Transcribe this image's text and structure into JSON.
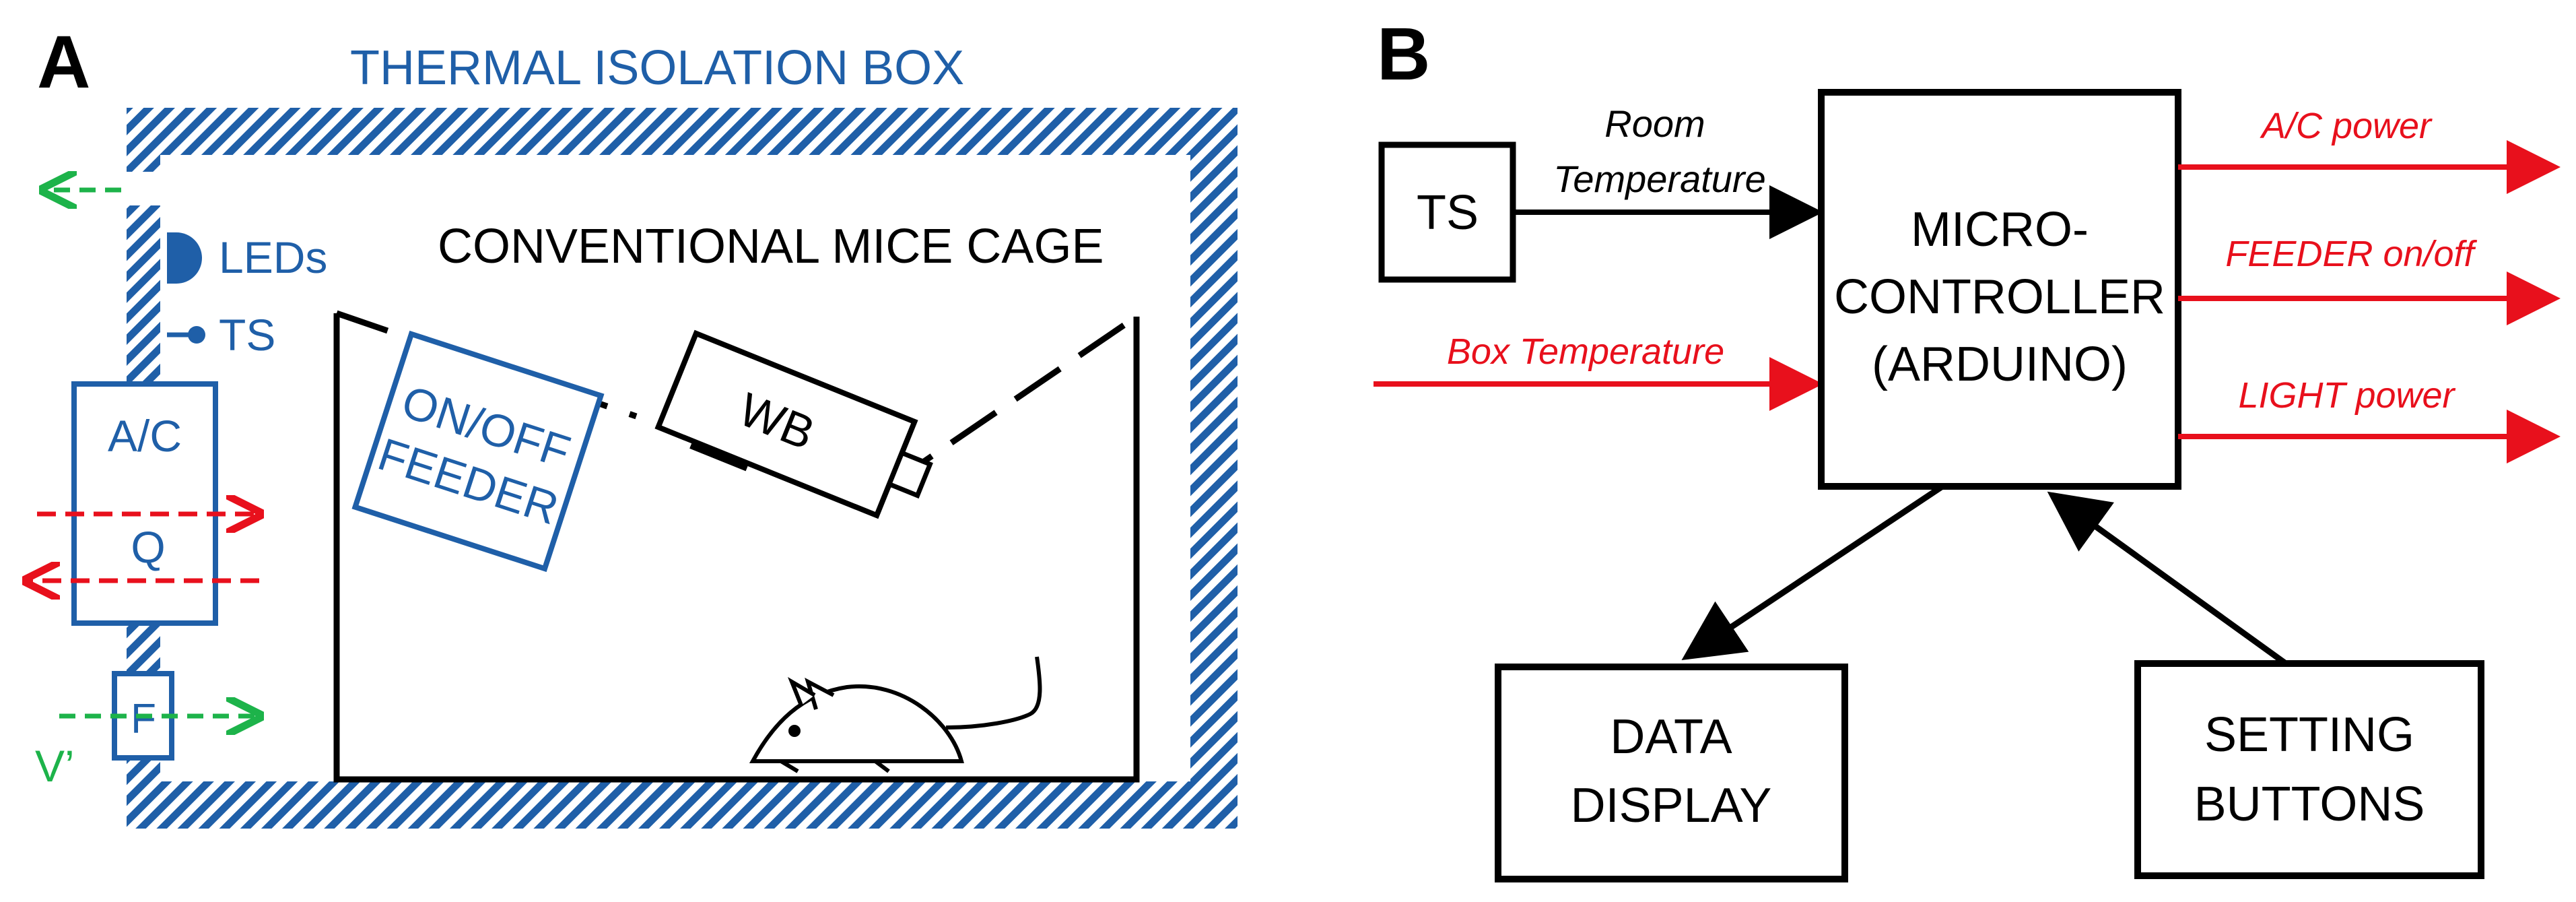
{
  "panel_a": {
    "panel_label": "A",
    "box_title": "THERMAL ISOLATION BOX",
    "cage_label": "CONVENTIONAL MICE CAGE",
    "leds_label": "LEDs",
    "ts_label": "TS",
    "ac_label": "A/C",
    "q_label": "Q",
    "f_label": "F",
    "v_label": "V’",
    "feeder_line1": "ON/OFF",
    "feeder_line2": "FEEDER",
    "wb_label": "WB"
  },
  "panel_b": {
    "panel_label": "B",
    "ts_label": "TS",
    "room_temp_line1": "Room",
    "room_temp_line2": "Temperature",
    "box_temp_label": "Box Temperature",
    "controller_line1": "MICRO-",
    "controller_line2": "CONTROLLER",
    "controller_line3": "(ARDUINO)",
    "ac_power_label": "A/C power",
    "feeder_label": "FEEDER on/off",
    "light_label": "LIGHT power",
    "display_line1": "DATA",
    "display_line2": "DISPLAY",
    "buttons_line1": "SETTING",
    "buttons_line2": "BUTTONS"
  },
  "colors": {
    "blue": "#1f5fa8",
    "red": "#e8101c",
    "green": "#1db34a",
    "black": "#000000"
  }
}
